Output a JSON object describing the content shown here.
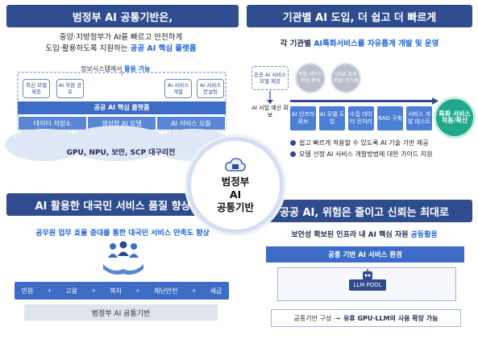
{
  "q1": {
    "banner": "범정부 AI 공통기반은,",
    "line1": "중앙·지방정부가 AI를 빠르고 안전하게",
    "line2_pre": "도입·활용하도록 지원하는",
    "line2_hl": "공공 AI 핵심 플랫폼",
    "sys_pre": "정보시스템에서",
    "sys_hl": "활용 가능",
    "pills": [
      "최신 모델 제공",
      "AI 자원 공유",
      "AI 서비스 개발",
      "AI 서비스 컨설팅"
    ],
    "platform": "공공 AI 핵심 플랫폼",
    "modules": [
      "데이터 저장소",
      "생성형 AI 모델",
      "AI 서비스 모듈"
    ],
    "infra": "GPU, NPU, 보안, SCP 대구리전"
  },
  "q2": {
    "banner": "기관별 AI 도입, 더 쉽고 더 빠르게",
    "sub_pre": "각 기관별",
    "sub_hl": "AI특화서비스를 자유롭게 개발 및 운영",
    "left_label": "공공 AI 서비스 모델 제공",
    "left_bottom": "AI 사업 예산 확보",
    "grey1": "복잡 서비스 적용 준비",
    "grey2": "Chat 포화 개발/ 인스템",
    "steps": [
      "AI 인프라 확보",
      "AI 모델 도입",
      "수집 데이터 전처리",
      "RAG 구축",
      "서비스 개발 테스트"
    ],
    "final": "특화 서비스 적용/확산",
    "bullets": [
      "쉽고 빠르게 적용할 수 있도록 AI 기술 기반 제공",
      "모델 선정·AI 서비스 개발방법에 대한 가이드 지원"
    ]
  },
  "center": {
    "line1": "범정부",
    "line2": "AI",
    "line3": "공통기반"
  },
  "q3": {
    "banner": "AI 활용한 대국민 서비스 품질 향상",
    "sub": "공무원 업무 효율 증대를 통한 대국민 서비스 만족도 향상",
    "services": [
      "민원",
      "고용",
      "복지",
      "재난안전",
      "세금"
    ],
    "footer": "범정부 AI 공통기반"
  },
  "q4": {
    "banner": "공공 AI, 위험은 줄이고 신뢰는 최대로",
    "sub_pre": "보안성 확보된 인프라 내 AI 핵심 자원",
    "sub_hl": "공동활용",
    "env": "공통 기반 AI 서비스 환경",
    "pool": "LLM POOL",
    "bot_pre": "공통기반 구성",
    "bot_arrow": "→",
    "bot_hl": "유휴 GPU·LLM의 사용 확장 가능"
  }
}
